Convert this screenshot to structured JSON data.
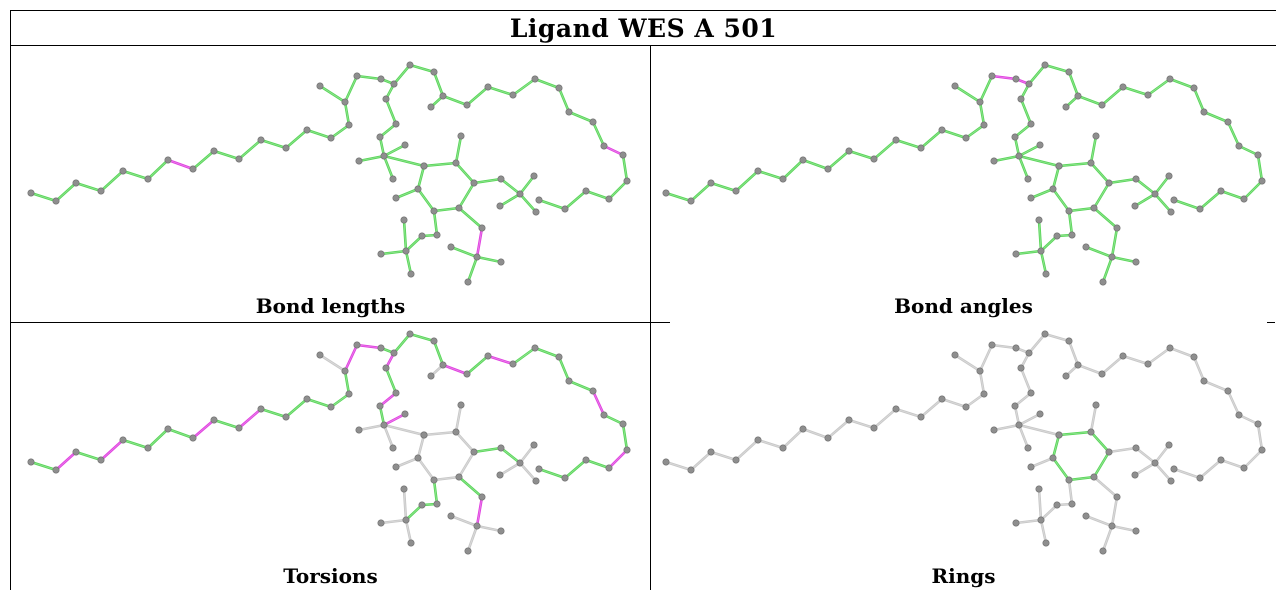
{
  "title": "Ligand WES A 501",
  "colors": {
    "ok": "#5ad65a",
    "outlier": "#e040e0",
    "neutral": "#c8c8c8",
    "atom": "#8e8e8e"
  },
  "panels": [
    {
      "id": "bond-lengths",
      "caption": "Bond lengths"
    },
    {
      "id": "bond-angles",
      "caption": "Bond angles"
    },
    {
      "id": "torsions",
      "caption": "Torsions"
    },
    {
      "id": "rings",
      "caption": "Rings"
    }
  ]
}
